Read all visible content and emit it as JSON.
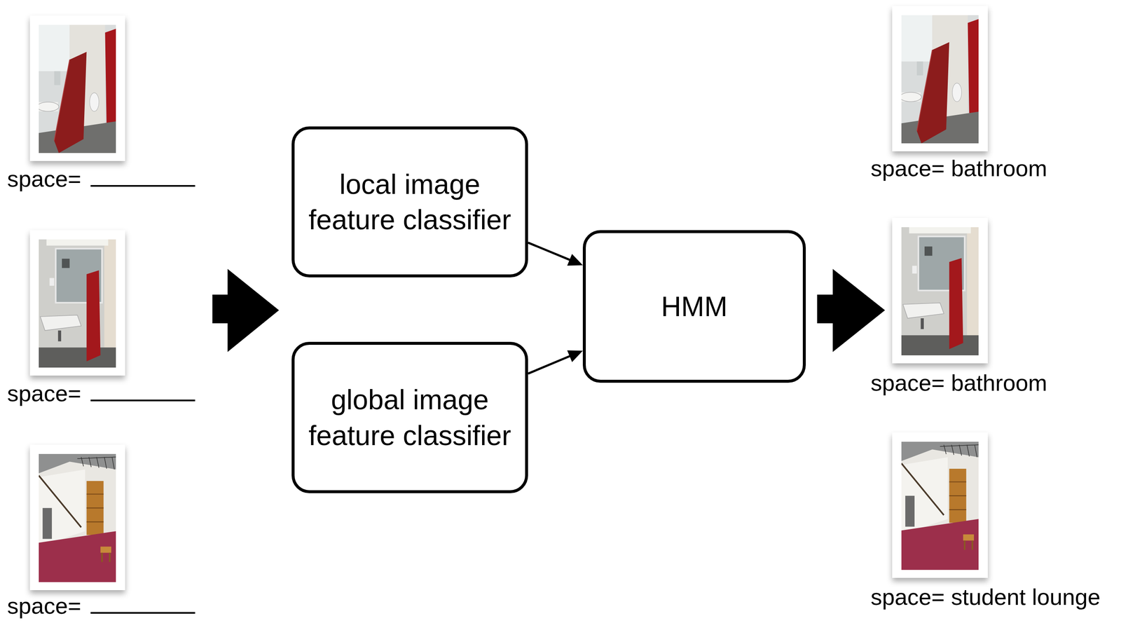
{
  "diagram": {
    "nodes": [
      {
        "text": [
          "local image feature classifier"
        ]
      },
      {
        "text": [
          "global image feature classifier"
        ]
      },
      {
        "text": [
          "HMM"
        ]
      }
    ],
    "edges": [
      {
        "from": 0,
        "to": 2,
        "arrow": "to"
      },
      {
        "from": 1,
        "to": 2,
        "arrow": "to"
      }
    ],
    "labels": [
      "space=",
      "space=",
      "space=",
      "space= bathroom",
      "space= bathroom",
      "space= student lounge"
    ]
  }
}
